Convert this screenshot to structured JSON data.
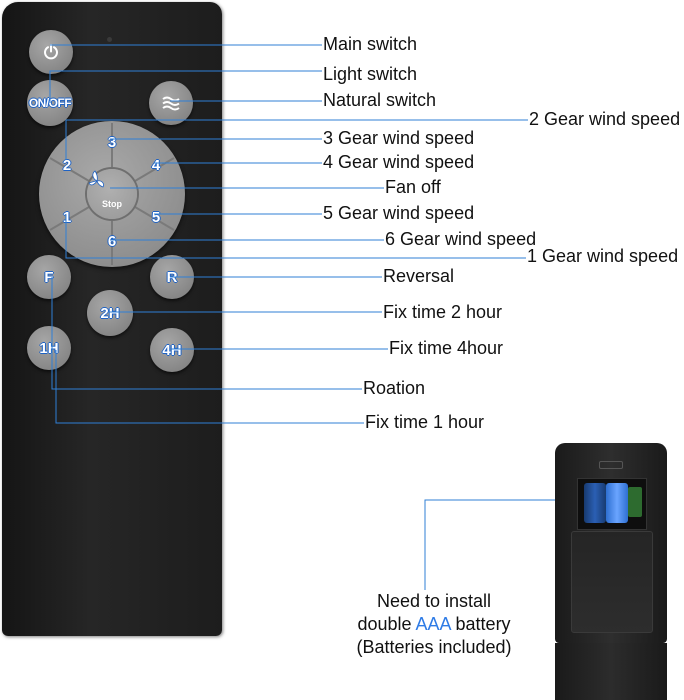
{
  "buttons": {
    "power_icon": "power-icon",
    "onoff": "ON/OFF",
    "natural_icon": "wind-waves-icon",
    "pad": {
      "n1": "1",
      "n2": "2",
      "n3": "3",
      "n4": "4",
      "n5": "5",
      "n6": "6"
    },
    "stop": "Stop",
    "f": "F",
    "r": "R",
    "h2": "2H",
    "h1": "1H",
    "h4": "4H"
  },
  "callouts": {
    "main_switch": "Main switch",
    "light_switch": "Light switch",
    "natural_switch": "Natural switch",
    "gear2": "2 Gear wind speed",
    "gear3": "3 Gear wind speed",
    "gear4": "4 Gear wind speed",
    "fan_off": "Fan off",
    "gear5": "5 Gear wind speed",
    "gear6": "6 Gear wind speed",
    "gear1": "1 Gear wind speed",
    "reversal": "Reversal",
    "fix2": "Fix time 2 hour",
    "fix4": "Fix time 4hour",
    "rotation": "Roation",
    "fix1": "Fix time 1 hour"
  },
  "battery": {
    "line1": "Need to install",
    "line2_pre": "double ",
    "line2_highlight": "AAA",
    "line2_post": " battery",
    "line3": "(Batteries  included)"
  },
  "colors": {
    "remote_body": "#1f1f1f",
    "button_gray": "#8f8f8f",
    "button_text_outline": "#1e62c4",
    "leader_line": "#2f7fd6",
    "aaa_highlight": "#2e7be6"
  }
}
